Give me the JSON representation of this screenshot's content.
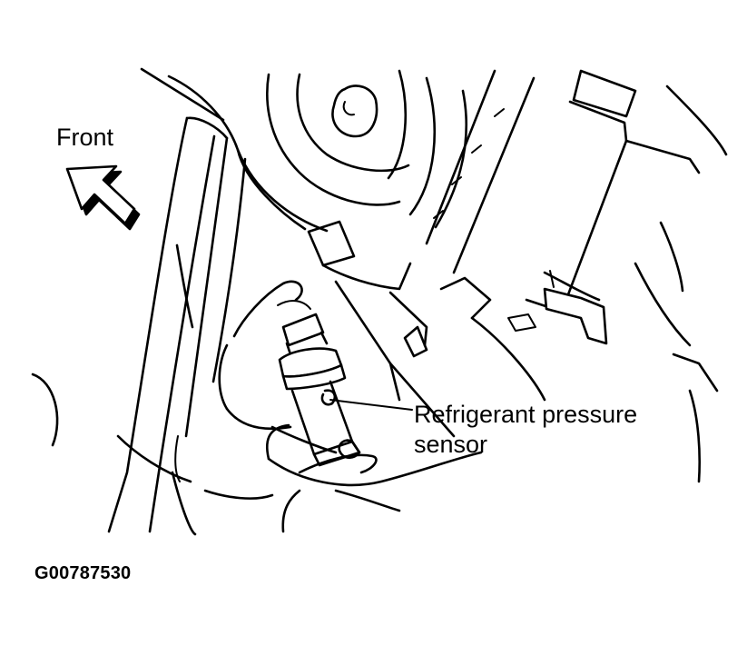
{
  "diagram": {
    "direction_label": "Front",
    "callout_line1": "Refrigerant pressure",
    "callout_line2": "sensor",
    "figure_code": "G00787530",
    "icons": [
      "front-direction-arrow-icon"
    ],
    "colors": {
      "ink": "#000000",
      "paper": "#ffffff"
    }
  }
}
